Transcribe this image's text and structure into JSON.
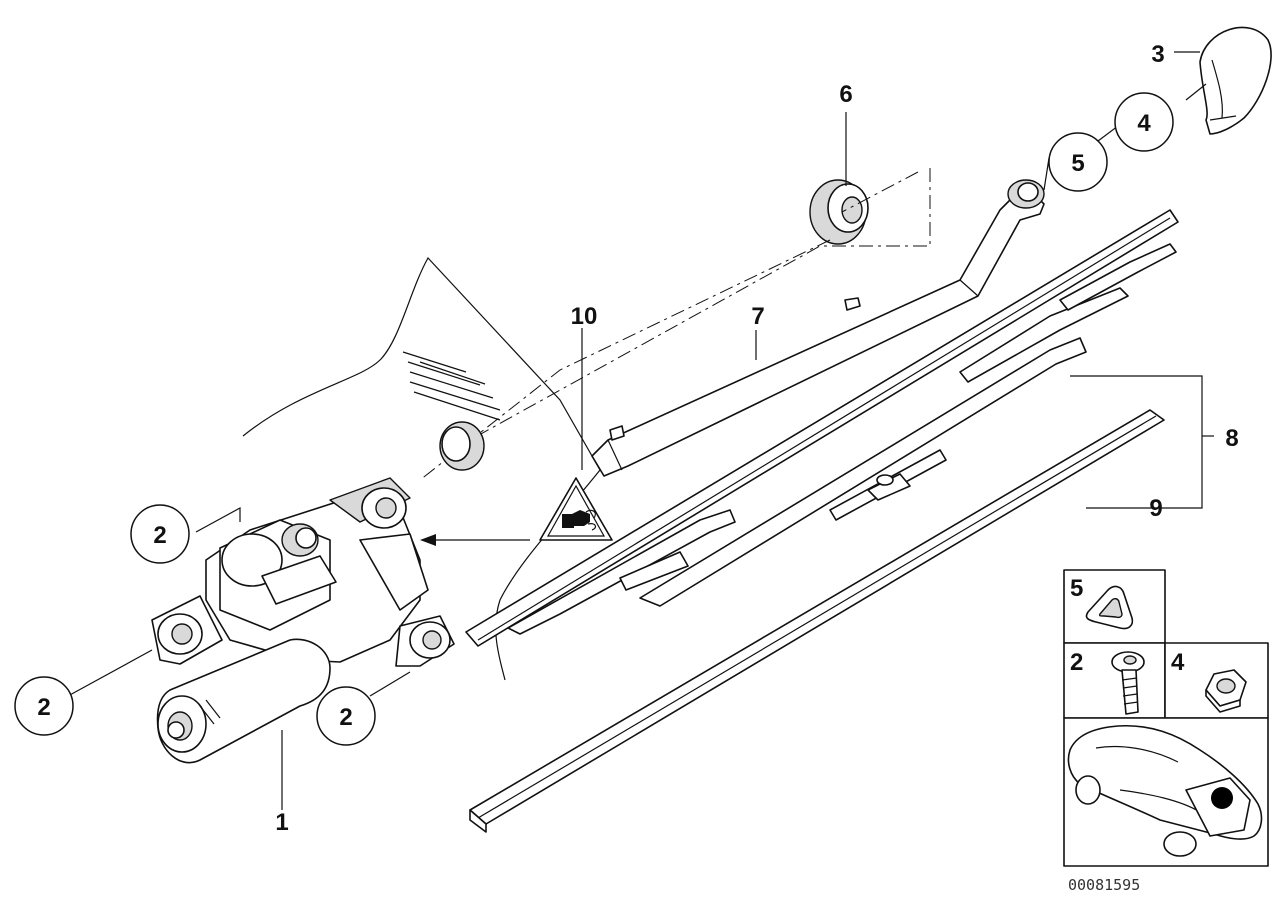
{
  "callouts": {
    "c1": "1",
    "c2a": "2",
    "c2b": "2",
    "c2c": "2",
    "c3": "3",
    "c4": "4",
    "c5": "5",
    "c6": "6",
    "c7": "7",
    "c8": "8",
    "c9": "9",
    "c10": "10"
  },
  "legend": {
    "cell_5": "5",
    "cell_2": "2",
    "cell_4": "4"
  },
  "document_number": "00081595"
}
